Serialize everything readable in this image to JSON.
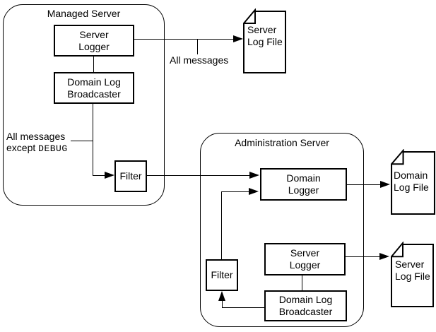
{
  "colors": {
    "background": "#ffffff",
    "line": "#000000",
    "box_fill": "#ffffff"
  },
  "managed_server": {
    "title": "Managed Server",
    "server_logger_label": "Server\nLogger",
    "domain_log_broadcaster_label": "Domain Log\nBroadcaster",
    "filter_label": "Filter"
  },
  "administration_server": {
    "title": "Administration Server",
    "domain_logger_label": "Domain\nLogger",
    "server_logger_label": "Server\nLogger",
    "domain_log_broadcaster_label": "Domain Log\nBroadcaster",
    "filter_label": "Filter"
  },
  "log_files": {
    "server_log_file_top": "Server\nLog File",
    "domain_log_file": "Domain\nLog File",
    "server_log_file_bottom": "Server\nLog File"
  },
  "annotations": {
    "all_messages": "All messages",
    "except_line1": "All messages",
    "except_prefix": "except",
    "except_code": "DEBUG"
  },
  "icons": {
    "document_icon": "dog-eared page glyph",
    "arrow_icon": "solid triangle arrowhead"
  }
}
